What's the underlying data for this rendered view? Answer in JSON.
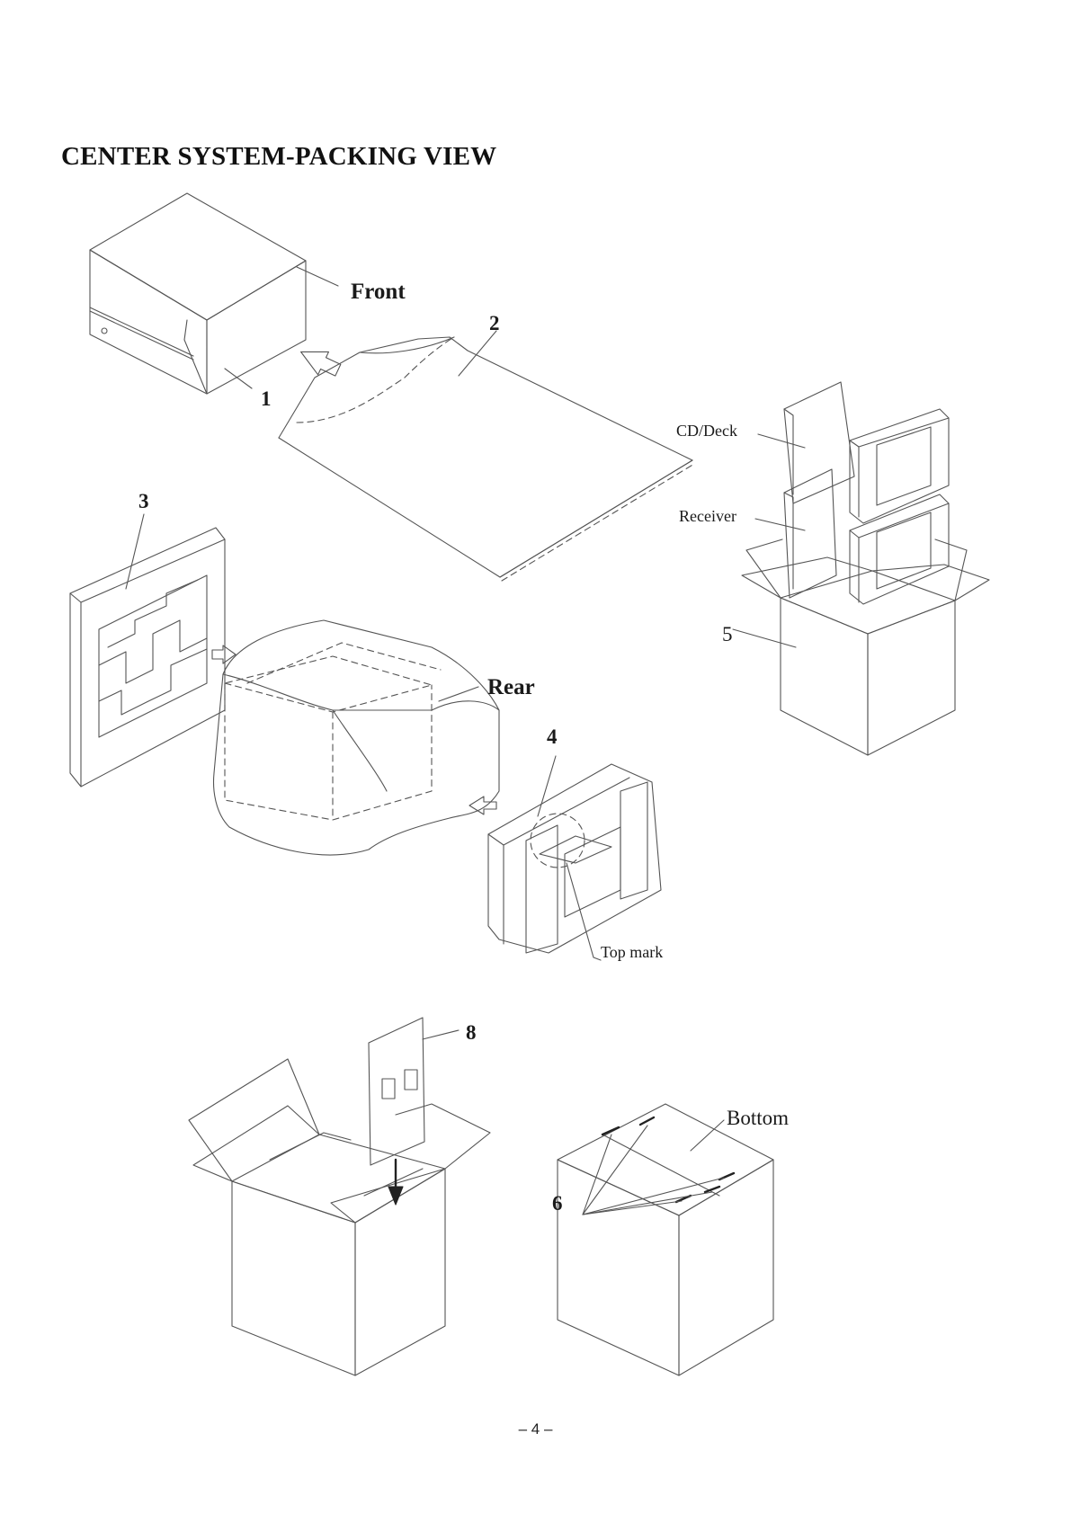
{
  "title": "CENTER SYSTEM-PACKING VIEW",
  "labels": {
    "front": "Front",
    "rear": "Rear",
    "bottom": "Bottom",
    "cd_deck": "CD/Deck",
    "receiver": "Receiver",
    "top_mark": "Top mark"
  },
  "callouts": {
    "n1": "1",
    "n2": "2",
    "n3": "3",
    "n4": "4",
    "n5": "5",
    "n6": "6",
    "n8": "8"
  },
  "page_number": "– 4 –"
}
